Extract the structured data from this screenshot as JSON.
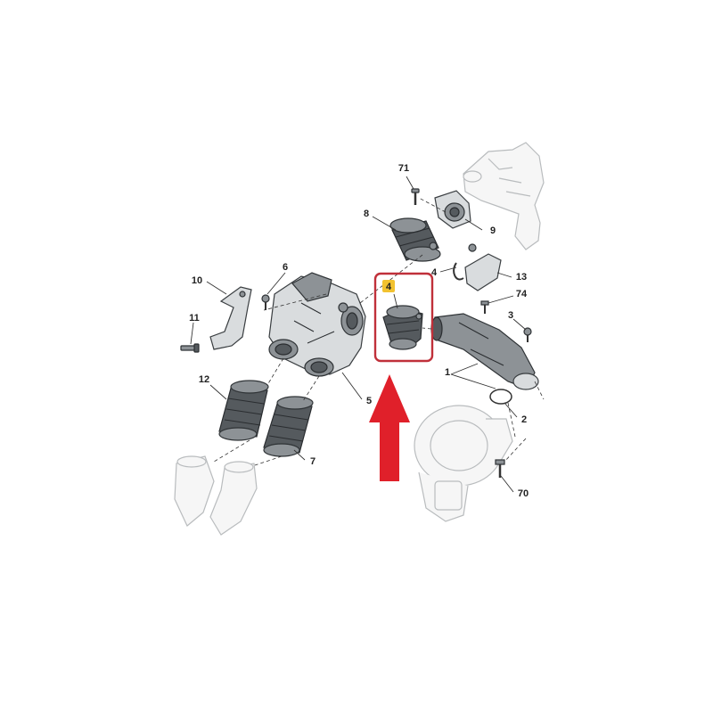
{
  "diagram": {
    "callouts": [
      {
        "id": "c71",
        "label": "71"
      },
      {
        "id": "c8",
        "label": "8"
      },
      {
        "id": "c9",
        "label": "9"
      },
      {
        "id": "c10",
        "label": "10"
      },
      {
        "id": "c6",
        "label": "6"
      },
      {
        "id": "c4b",
        "label": "4"
      },
      {
        "id": "c13",
        "label": "13"
      },
      {
        "id": "c74",
        "label": "74"
      },
      {
        "id": "c11",
        "label": "11"
      },
      {
        "id": "c3",
        "label": "3"
      },
      {
        "id": "c12",
        "label": "12"
      },
      {
        "id": "c5",
        "label": "5"
      },
      {
        "id": "c1",
        "label": "1"
      },
      {
        "id": "c2",
        "label": "2"
      },
      {
        "id": "c7",
        "label": "7"
      },
      {
        "id": "c70",
        "label": "70"
      }
    ],
    "highlight": {
      "label": "4",
      "box_color": "#c0303a",
      "badge_color": "#f2c230",
      "arrow_color": "#e0202a"
    }
  }
}
